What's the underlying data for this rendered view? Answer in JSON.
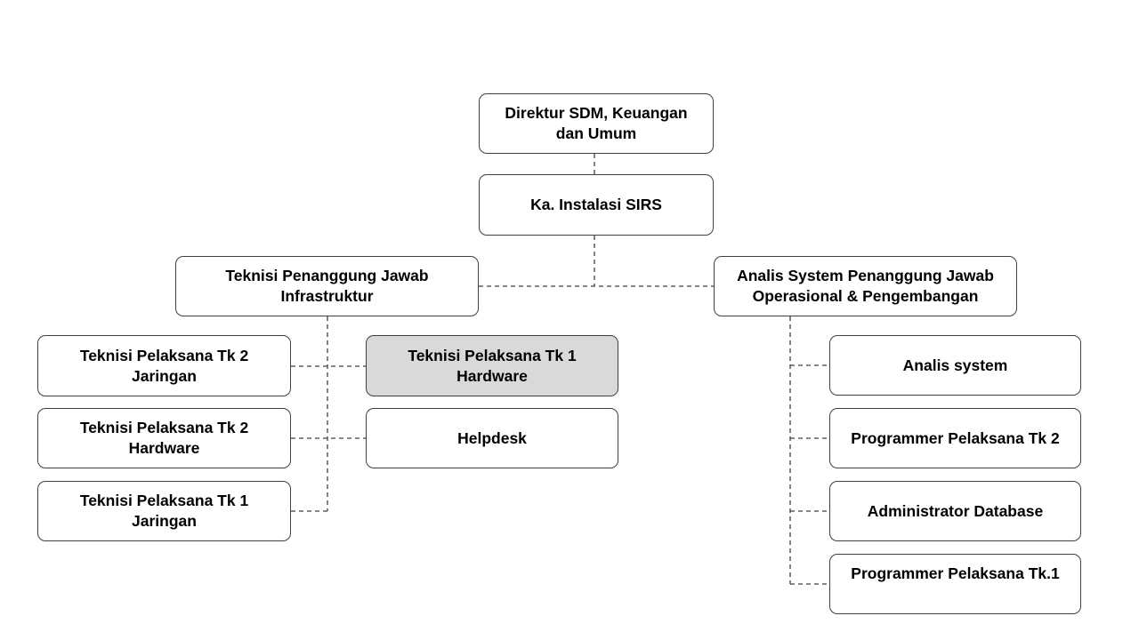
{
  "colors": {
    "box_border": "#404040",
    "box_fill": "#ffffff",
    "highlight_fill": "#d9d9d9",
    "connector": "#404040"
  },
  "connector_style": "dashed",
  "nodes": {
    "direktur": {
      "label": "Direktur SDM, Keuangan\ndan Umum"
    },
    "ka_instalasi": {
      "label": "Ka. Instalasi SIRS"
    },
    "teknisi_pj": {
      "label": "Teknisi Penanggung Jawab\nInfrastruktur"
    },
    "analis_pj": {
      "label": "Analis System Penanggung Jawab\nOperasional & Pengembangan"
    },
    "tp2_jaringan": {
      "label": "Teknisi Pelaksana Tk 2\nJaringan"
    },
    "tp2_hardware": {
      "label": "Teknisi Pelaksana Tk 2\nHardware"
    },
    "tp1_jaringan": {
      "label": "Teknisi Pelaksana   Tk 1\nJaringan"
    },
    "tp1_hardware": {
      "label": "Teknisi Pelaksana  Tk 1\nHardware",
      "highlighted": true
    },
    "helpdesk": {
      "label": "Helpdesk"
    },
    "analis_system": {
      "label": "Analis system"
    },
    "programmer_tk2": {
      "label": "Programmer Pelaksana Tk 2"
    },
    "admin_db": {
      "label": "Administrator Database"
    },
    "programmer_tk1": {
      "label": "Programmer Pelaksana Tk.1"
    }
  }
}
